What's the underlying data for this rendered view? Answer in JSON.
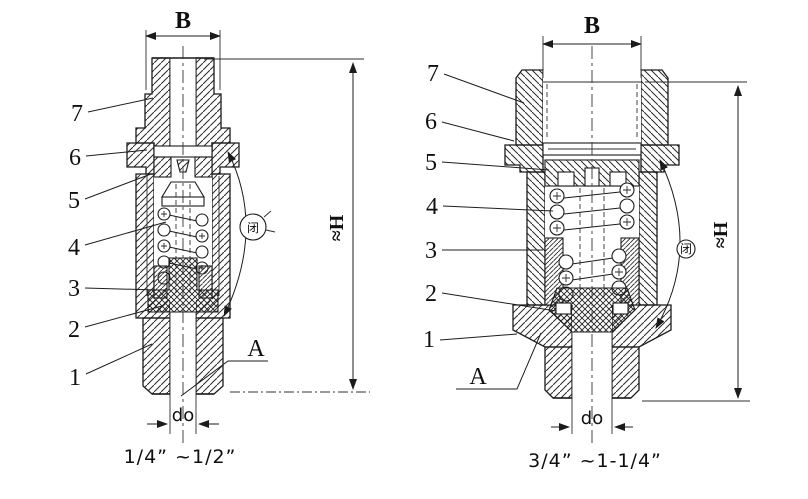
{
  "drawing": {
    "type": "valve-cross-section-technical-drawing",
    "background": "#ffffff",
    "ink": "#1b1b1b",
    "symbol_closed": "闭",
    "left_valve": {
      "caption": "1/4” ~1/2”",
      "width_label": "B",
      "height_label": "≈H",
      "bore_label": "do",
      "thread_label": "A",
      "parts": [
        "7",
        "6",
        "5",
        "4",
        "3",
        "2",
        "1"
      ]
    },
    "right_valve": {
      "caption": "3/4” ~1-1/4”",
      "width_label": "B",
      "height_label": "≈H",
      "bore_label": "do",
      "thread_label": "A",
      "parts": [
        "7",
        "6",
        "5",
        "4",
        "3",
        "2",
        "1"
      ]
    }
  }
}
